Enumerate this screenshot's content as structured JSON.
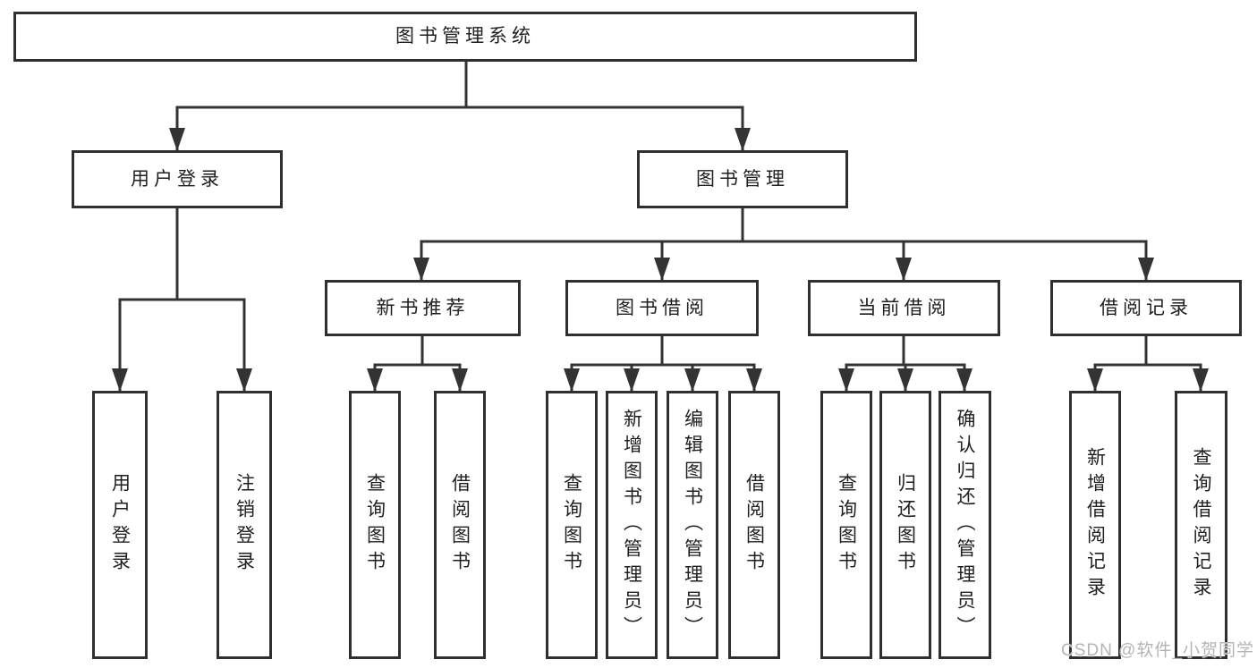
{
  "tree": {
    "root": {
      "label": "图书管理系统"
    },
    "branches": [
      {
        "label": "用户登录",
        "children": [
          {
            "label": "用户登录"
          },
          {
            "label": "注销登录"
          }
        ]
      },
      {
        "label": "图书管理",
        "groups": [
          {
            "label": "新书推荐",
            "children": [
              {
                "label": "查询图书"
              },
              {
                "label": "借阅图书"
              }
            ]
          },
          {
            "label": "图书借阅",
            "children": [
              {
                "label": "查询图书"
              },
              {
                "label": "新增图书（管理员）"
              },
              {
                "label": "编辑图书（管理员）"
              },
              {
                "label": "借阅图书"
              }
            ]
          },
          {
            "label": "当前借阅",
            "children": [
              {
                "label": "查询图书"
              },
              {
                "label": "归还图书"
              },
              {
                "label": "确认归还（管理员）"
              }
            ]
          },
          {
            "label": "借阅记录",
            "children": [
              {
                "label": "新增借阅记录"
              },
              {
                "label": "查询借阅记录"
              }
            ]
          }
        ]
      }
    ]
  },
  "watermark": {
    "text": "CSDN @软件_小贺同学"
  },
  "colors": {
    "line": "#333333",
    "box_border": "#2f2f2f",
    "text": "#1f1f1f",
    "watermark": "#b4b4b4",
    "background": "#ffffff"
  }
}
